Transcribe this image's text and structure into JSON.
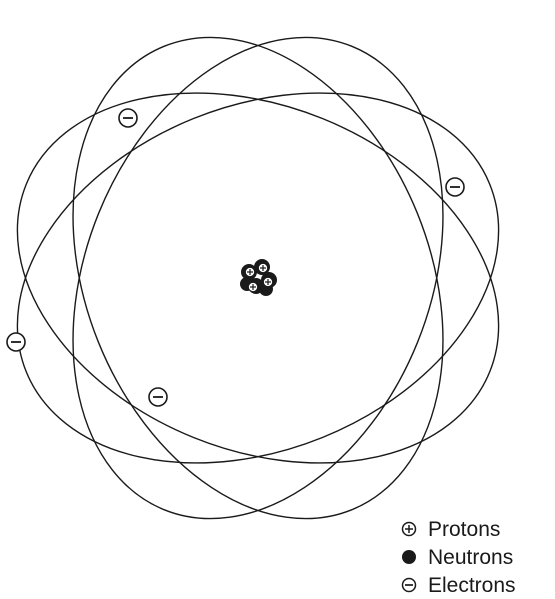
{
  "legend": {
    "items": [
      {
        "symbol": "proton-symbol-icon",
        "label": "Protons"
      },
      {
        "symbol": "neutron-symbol-icon",
        "label": "Neutrons"
      },
      {
        "symbol": "electron-symbol-icon",
        "label": "Electrons"
      }
    ]
  },
  "colors": {
    "ink": "#1a1a1a",
    "background": "#ffffff"
  }
}
